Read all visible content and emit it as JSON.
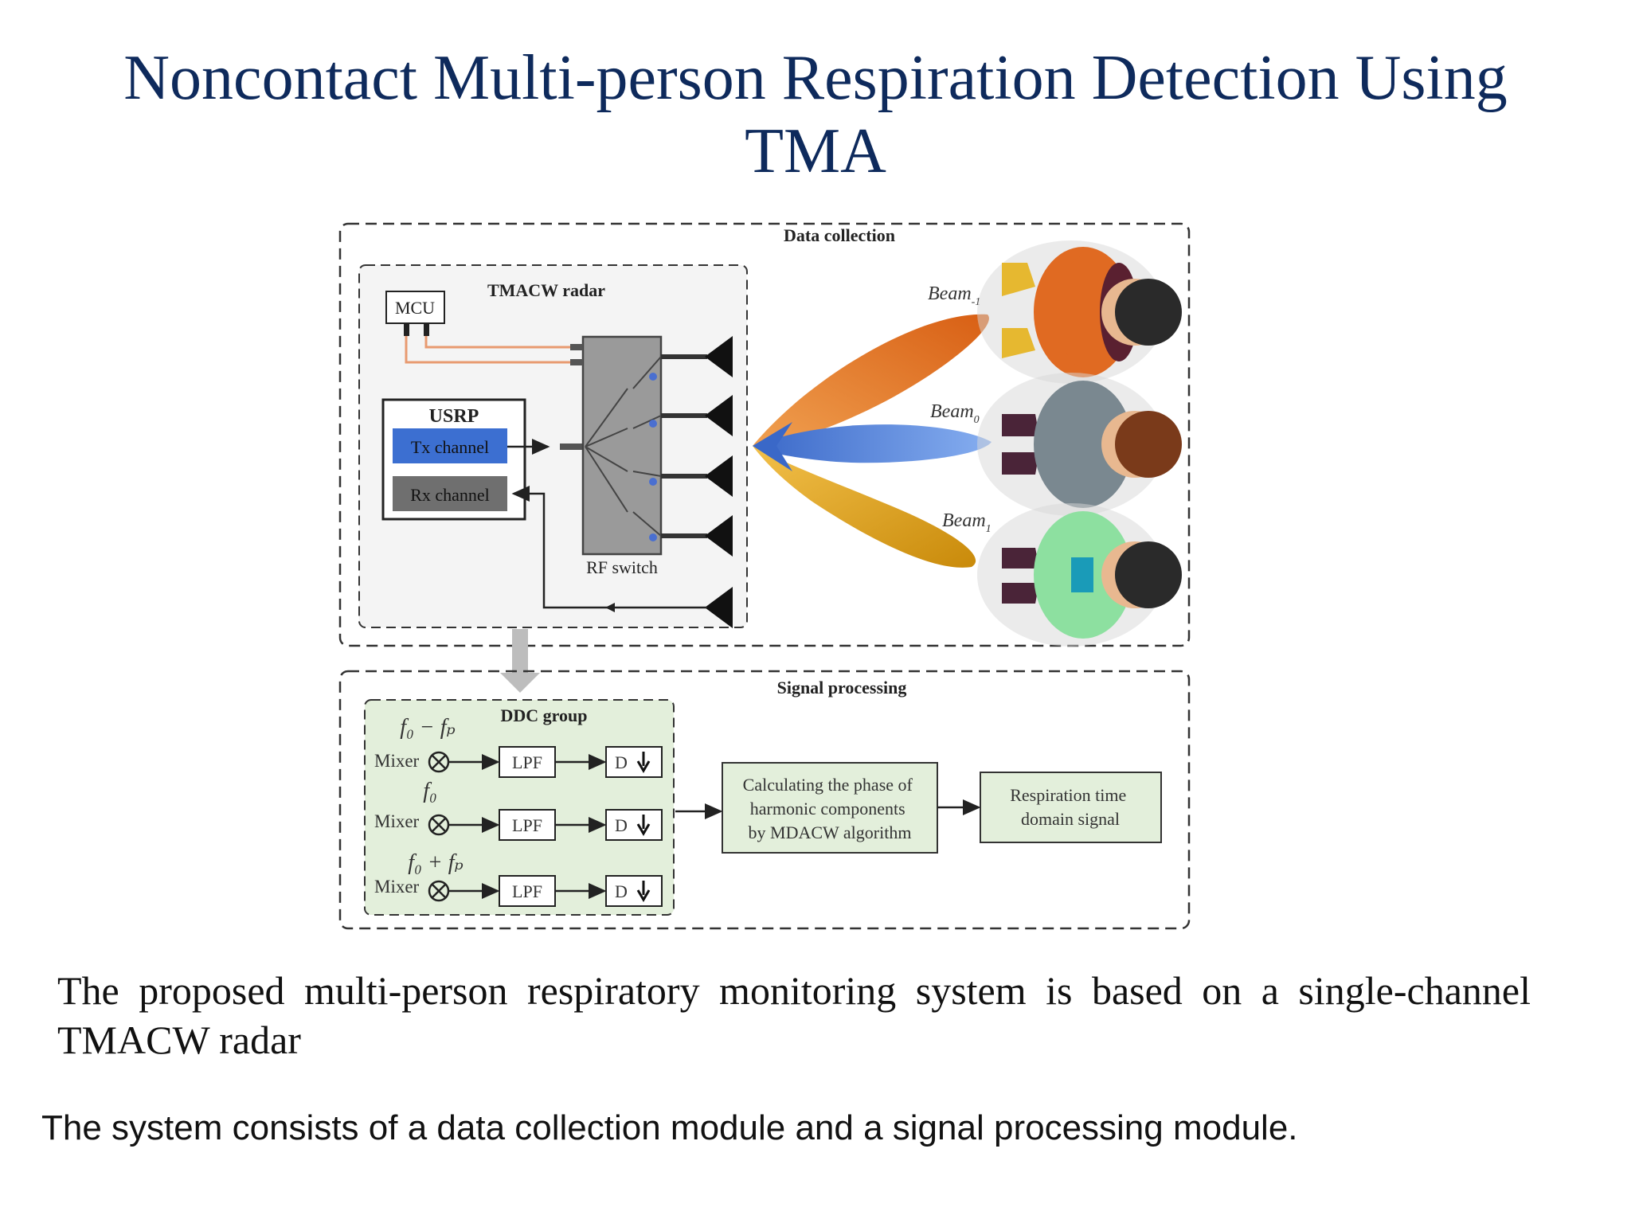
{
  "slide": {
    "title_line1": "Noncontact Multi-person Respiration Detection Using",
    "title_line2": "TMA",
    "caption1": "The proposed multi-person respiratory monitoring system is based on a single-channel TMACW radar",
    "caption2": "The system consists of a data collection module and a signal processing module."
  },
  "diagram": {
    "data_collection_label": "Data collection",
    "radar_label": "TMACW radar",
    "mcu_label": "MCU",
    "usrp_label": "USRP",
    "tx_label": "Tx channel",
    "rx_label": "Rx channel",
    "rf_switch_label": "RF switch",
    "beams": [
      {
        "name": "Beam",
        "sub": "-1"
      },
      {
        "name": "Beam",
        "sub": "0"
      },
      {
        "name": "Beam",
        "sub": "1"
      }
    ],
    "signal_processing_label": "Signal processing",
    "ddc_label": "DDC group",
    "mixer_rows": [
      {
        "freq": "f₀ − fₚ",
        "mixer": "Mixer",
        "lpf": "LPF",
        "down": "D"
      },
      {
        "freq": "f₀",
        "mixer": "Mixer",
        "lpf": "LPF",
        "down": "D"
      },
      {
        "freq": "f₀ + fₚ",
        "mixer": "Mixer",
        "lpf": "LPF",
        "down": "D"
      }
    ],
    "phase_box_lines": [
      "Calculating the phase of",
      "harmonic components",
      "by MDACW algorithm"
    ],
    "output_box_lines": [
      "Respiration time",
      "domain signal"
    ],
    "colors": {
      "title": "#0e2a5c",
      "tx": "#3c6fd1",
      "rx": "#6f6f6f",
      "ddc_fill": "#e3efdb",
      "beam_orange": "#e8782a",
      "beam_blue": "#4a7fd6",
      "beam_yellow": "#e0a21e"
    }
  }
}
